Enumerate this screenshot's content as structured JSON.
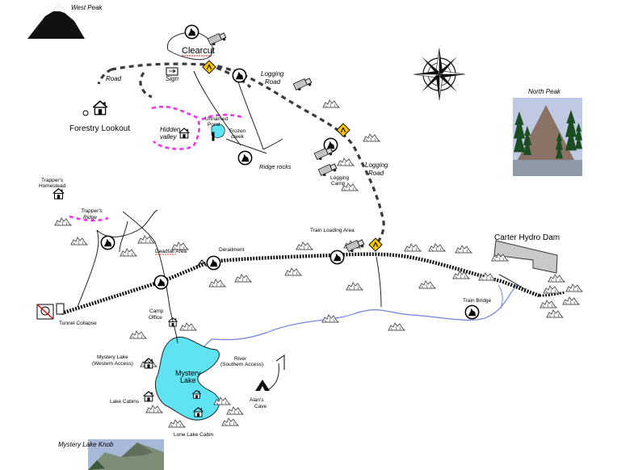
{
  "map": {
    "labels": {
      "west_peak": "West Peak",
      "north_peak": "North Peak",
      "mystery_lake_knob": "Mystery Lake Knob",
      "clearcut": "Clearcut",
      "road": "Road",
      "sign": "Sign",
      "logging_road_top": [
        "Logging",
        "Road"
      ],
      "logging_road_right": [
        "Logging",
        "Road"
      ],
      "forestry_lookout": "Forestry Lookout",
      "hidden_valley": [
        "Hidden",
        "valley"
      ],
      "unnamed_pond": [
        "Unnamed",
        "Pond"
      ],
      "frozen_creek": [
        "Frozen",
        "creek"
      ],
      "ridge_rocks": "Ridge rocks",
      "logging_camp": [
        "Logging",
        "Camp"
      ],
      "trappers_homestead": [
        "Trapper's",
        "Homestead"
      ],
      "trappers_ridge": [
        "Trapper's",
        "Ridge"
      ],
      "deadfall_area": "Deadfall Area",
      "derailment": "Derailment",
      "train_loading_area": "Train Loading Area",
      "carter_hydro_dam": "Carter Hydro Dam",
      "train_bridge": "Train Bridge",
      "tunnel_collapse": "Tunnel Collapse",
      "camp_office": [
        "Camp",
        "Office"
      ],
      "mystery_lake_west": [
        "Mystery Lake",
        "(Western Access)"
      ],
      "mystery_lake": [
        "Mystery",
        "Lake"
      ],
      "river_south": [
        "River",
        "(Southern Access)"
      ],
      "alans_cave": [
        "Alan's",
        "Cave"
      ],
      "lake_cabins": "Lake Cabins",
      "lone_lake_cabin": "Lone Lake Cabin"
    },
    "colors": {
      "lake": "#5fe3f3",
      "river": "#6f83e0",
      "trail_pink": "#ee35e6",
      "road_dark": "#3b3b3b",
      "hazard_yellow": "#f6c400",
      "dam_gray": "#c9c9c9"
    },
    "icons": {
      "wolf": "wolf-icon",
      "truck": "logging-truck-icon",
      "cabin": "cabin-icon",
      "hazard": "hazard-sign-icon",
      "compass": "compass-rose-icon",
      "mountain": "mountain-icon",
      "rocks": "rocks-icon"
    }
  }
}
